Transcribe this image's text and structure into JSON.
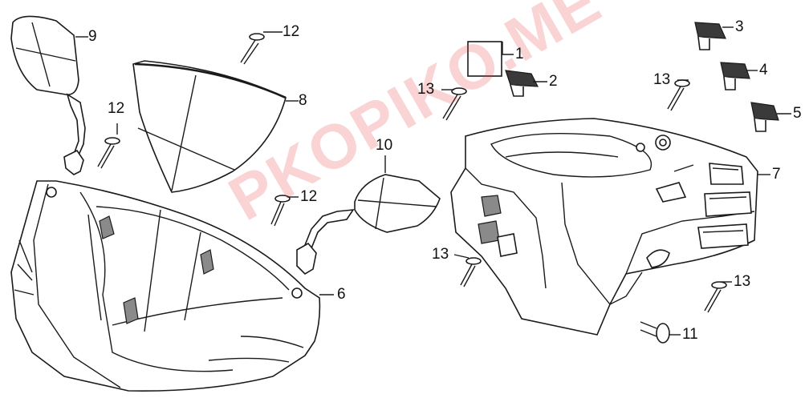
{
  "diagram": {
    "watermark": "PKOPIKO.ME",
    "callouts": {
      "c1": "1",
      "c2": "2",
      "c3": "3",
      "c4": "4",
      "c5": "5",
      "c6": "6",
      "c7": "7",
      "c8": "8",
      "c9": "9",
      "c10": "10",
      "c11": "11",
      "c12a": "12",
      "c12b": "12",
      "c12c": "12",
      "c13a": "13",
      "c13b": "13",
      "c13c": "13",
      "c13d": "13"
    },
    "colors": {
      "line": "#1a1a1a",
      "watermark": "#e63c3c",
      "background": "#ffffff"
    }
  }
}
